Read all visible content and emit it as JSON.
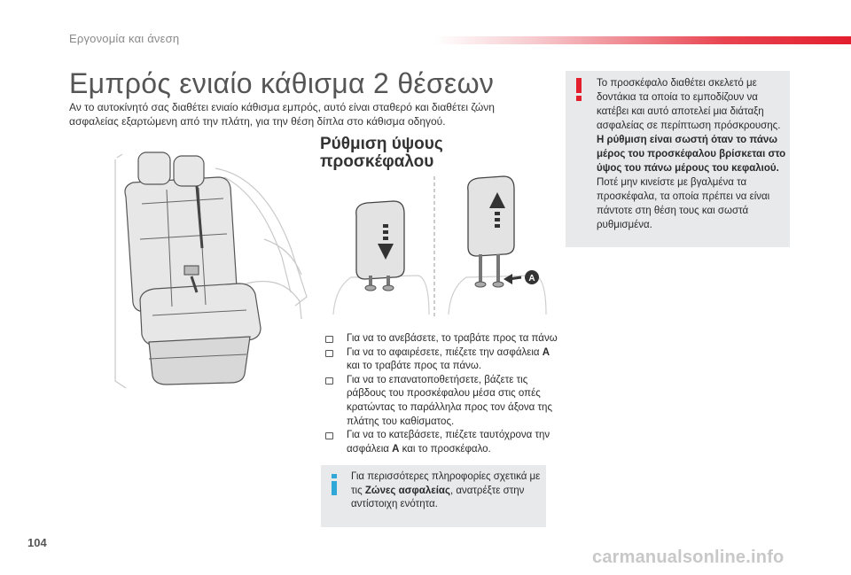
{
  "header": {
    "section": "Εργονομία και άνεση"
  },
  "page": {
    "title": "Εμπρός ενιαίο κάθισμα 2 θέσεων",
    "intro": "Αν το αυτοκίνητό σας διαθέτει ενιαίο κάθισμα εμπρός, αυτό είναι σταθερό και διαθέτει ζώνη ασφαλείας εξαρτώμενη από την πλάτη, για την θέση δίπλα στο κάθισμα οδηγού.",
    "page_number": "104"
  },
  "section": {
    "title_line1": "Ρύθμιση ύψους",
    "title_line2": "προσκέφαλου"
  },
  "figure": {
    "callout_letter": "A"
  },
  "steps": [
    {
      "text": "Για να το ανεβάσετε, το τραβάτε προς τα πάνω"
    },
    {
      "before": "Για να το αφαιρέσετε, πιέζετε την ασφάλεια ",
      "bold": "A",
      "after": " και το τραβάτε προς τα πάνω."
    },
    {
      "text": "Για να το επανατοποθετήσετε, βάζετε τις ράβδους του προσκέφαλου μέσα στις οπές κρατώντας το παράλληλα προς τον άξονα της πλάτης του καθίσματος."
    },
    {
      "before": "Για να το κατεβάσετε, πιέζετε ταυτόχρονα την ασφάλεια ",
      "bold": "A",
      "after": " και το προσκέφαλο."
    }
  ],
  "info": {
    "before": "Για περισσότερες πληροφορίες σχετικά με τις ",
    "bold": "Ζώνες ασφαλείας",
    "after": ", ανατρέξτε στην αντίστοιχη ενότητα."
  },
  "warning": {
    "part1": "Το προσκέφαλο διαθέτει σκελετό με δοντάκια τα οποία το εμποδίζουν να κατέβει και αυτό αποτελεί μια διάταξη ασφαλείας σε περίπτωση πρόσκρουσης.",
    "bold": "Η ρύθμιση είναι σωστή όταν το πάνω μέρος του προσκέφαλου βρίσκεται στο ύψος του πάνω μέρους του κεφαλιού.",
    "part2": "Ποτέ μην κινείστε με βγαλμένα τα προσκέφαλα, τα οποία πρέπει να είναι πάντοτε στη θέση τους και σωστά ρυθμισμένα."
  },
  "watermark": "carmanualsonline.info",
  "colors": {
    "accent_red": "#e31e2d",
    "info_blue": "#2fa8d8",
    "box_grey": "#e8e9ea",
    "arrow_dark": "#333333"
  },
  "icons": {
    "info": "info-icon",
    "warning": "warning-icon"
  }
}
